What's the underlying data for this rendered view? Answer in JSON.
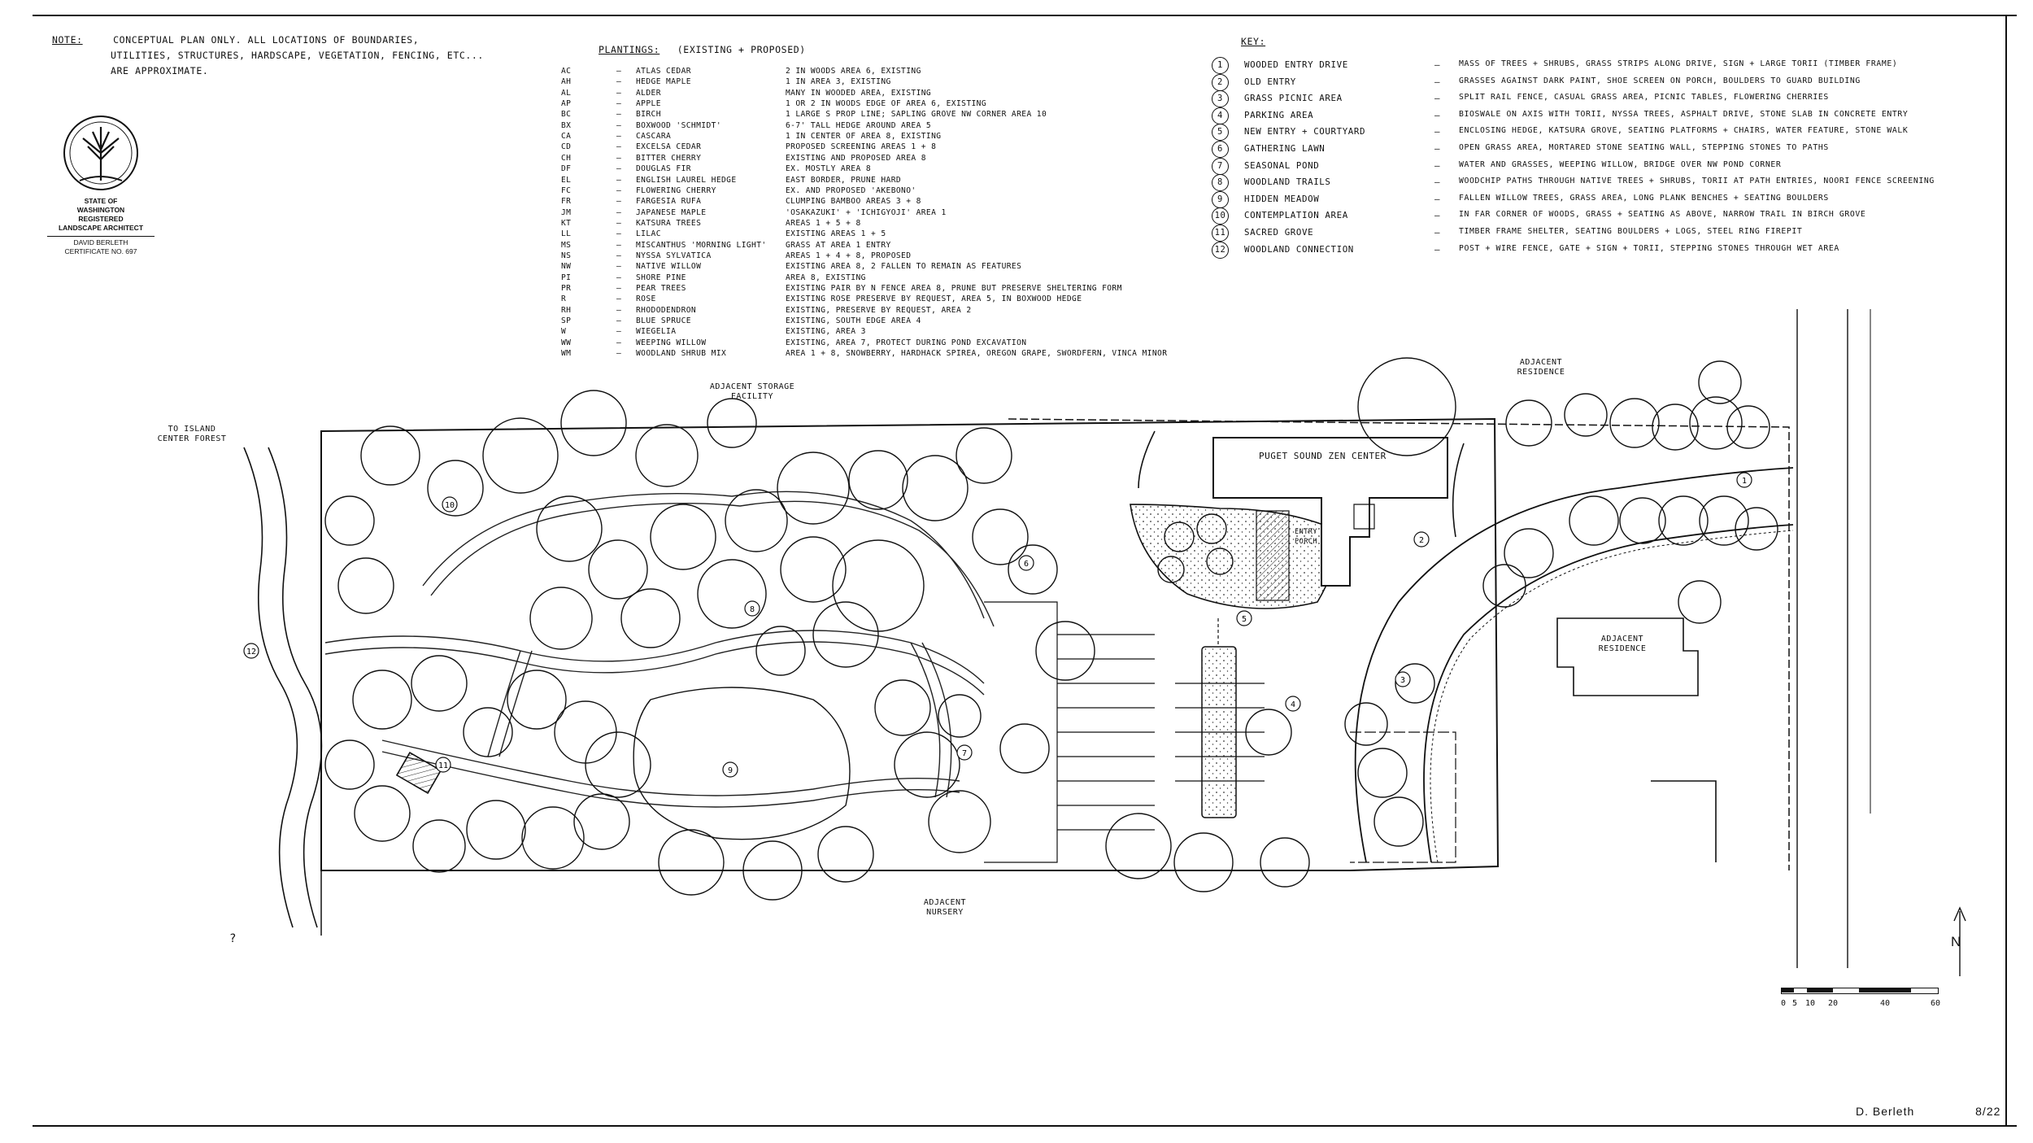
{
  "notes": {
    "label": "Note:",
    "lines": [
      "Conceptual Plan Only. All Locations of Boundaries,",
      "Utilities, Structures, Hardscape, Vegetation, Fencing, Etc...",
      "Are Approximate."
    ]
  },
  "seal": {
    "line1": "STATE OF",
    "line2": "WASHINGTON",
    "line3": "REGISTERED",
    "line4": "LANDSCAPE ARCHITECT",
    "name": "DAVID BERLETH",
    "cert": "CERTIFICATE NO. 697"
  },
  "plantings": {
    "title": "Plantings:",
    "subtitle": "(Existing + Proposed)",
    "dash": "–",
    "items": [
      {
        "code": "AC",
        "name": "Atlas Cedar",
        "note": "2 in Woods Area 6, Existing"
      },
      {
        "code": "AH",
        "name": "Hedge Maple",
        "note": "1 in Area 3, Existing"
      },
      {
        "code": "AL",
        "name": "Alder",
        "note": "Many in Wooded Area, Existing"
      },
      {
        "code": "AP",
        "name": "Apple",
        "note": "1 or 2 in Woods Edge of Area 6, Existing"
      },
      {
        "code": "BC",
        "name": "Birch",
        "note": "1 Large S Prop Line; Sapling Grove NW Corner Area 10"
      },
      {
        "code": "BX",
        "name": "Boxwood 'Schmidt'",
        "note": "6-7' Tall Hedge Around Area 5"
      },
      {
        "code": "CA",
        "name": "Cascara",
        "note": "1 in Center of Area 8, Existing"
      },
      {
        "code": "CD",
        "name": "Excelsa Cedar",
        "note": "Proposed Screening Areas 1 + 8"
      },
      {
        "code": "CH",
        "name": "Bitter Cherry",
        "note": "Existing and Proposed Area 8"
      },
      {
        "code": "DF",
        "name": "Douglas Fir",
        "note": "Ex. Mostly Area 8"
      },
      {
        "code": "EL",
        "name": "English Laurel Hedge",
        "note": "East Border, Prune Hard"
      },
      {
        "code": "FC",
        "name": "Flowering Cherry",
        "note": "Ex. And Proposed 'Akebono'"
      },
      {
        "code": "FR",
        "name": "Fargesia Rufa",
        "note": "Clumping Bamboo Areas 3 + 8"
      },
      {
        "code": "JM",
        "name": "Japanese Maple",
        "note": "'Osakazuki' + 'Ichigyoji' Area 1"
      },
      {
        "code": "KT",
        "name": "Katsura Trees",
        "note": "Areas 1 + 5 + 8"
      },
      {
        "code": "LL",
        "name": "Lilac",
        "note": "Existing Areas 1 + 5"
      },
      {
        "code": "MS",
        "name": "Miscanthus 'Morning Light'",
        "note": "Grass At Area 1 Entry"
      },
      {
        "code": "NS",
        "name": "Nyssa Sylvatica",
        "note": "Areas 1 + 4 + 8, Proposed"
      },
      {
        "code": "NW",
        "name": "Native Willow",
        "note": "Existing Area 8, 2 Fallen to Remain as Features"
      },
      {
        "code": "PI",
        "name": "Shore Pine",
        "note": "Area 8, Existing"
      },
      {
        "code": "PR",
        "name": "Pear Trees",
        "note": "Existing Pair by N Fence Area 8, Prune But Preserve Sheltering Form"
      },
      {
        "code": "R",
        "name": "Rose",
        "note": "Existing Rose Preserve by Request, Area 5, in Boxwood Hedge"
      },
      {
        "code": "RH",
        "name": "Rhododendron",
        "note": "Existing, Preserve by Request, Area 2"
      },
      {
        "code": "SP",
        "name": "Blue Spruce",
        "note": "Existing, South Edge Area 4"
      },
      {
        "code": "W",
        "name": "Wiegelia",
        "note": "Existing, Area 3"
      },
      {
        "code": "WW",
        "name": "Weeping Willow",
        "note": "Existing, Area 7, Protect During Pond Excavation"
      },
      {
        "code": "WM",
        "name": "Woodland Shrub Mix",
        "note": "Area 1 + 8, Snowberry, Hardhack Spirea, Oregon Grape, Swordfern, Vinca Minor"
      }
    ]
  },
  "key": {
    "title": "Key:",
    "dash": "–",
    "items": [
      {
        "num": "1",
        "name": "Wooded Entry Drive",
        "desc": "Mass of Trees + Shrubs, Grass Strips Along Drive, Sign + Large Torii (Timber Frame)"
      },
      {
        "num": "2",
        "name": "Old Entry",
        "desc": "Grasses Against Dark Paint, Shoe Screen on Porch, Boulders to Guard Building"
      },
      {
        "num": "3",
        "name": "Grass Picnic Area",
        "desc": "Split Rail Fence, Casual Grass Area, Picnic Tables, Flowering Cherries"
      },
      {
        "num": "4",
        "name": "Parking Area",
        "desc": "Bioswale on Axis with Torii, Nyssa Trees, Asphalt Drive, Stone Slab in Concrete Entry"
      },
      {
        "num": "5",
        "name": "New Entry + Courtyard",
        "desc": "Enclosing Hedge, Katsura Grove, Seating Platforms + Chairs, Water Feature, Stone Walk"
      },
      {
        "num": "6",
        "name": "Gathering Lawn",
        "desc": "Open Grass Area, Mortared Stone Seating Wall, Stepping Stones to Paths"
      },
      {
        "num": "7",
        "name": "Seasonal Pond",
        "desc": "Water and Grasses, Weeping Willow, Bridge over NW Pond Corner"
      },
      {
        "num": "8",
        "name": "Woodland Trails",
        "desc": "Woodchip Paths Through Native Trees + Shrubs, Torii at Path Entries, Noori Fence Screening"
      },
      {
        "num": "9",
        "name": "Hidden Meadow",
        "desc": "Fallen Willow Trees, Grass Area, Long Plank Benches + Seating Boulders"
      },
      {
        "num": "10",
        "name": "Contemplation Area",
        "desc": "In Far Corner of Woods, Grass + Seating as Above, Narrow Trail in Birch Grove"
      },
      {
        "num": "11",
        "name": "Sacred Grove",
        "desc": "Timber Frame Shelter, Seating Boulders + Logs, Steel Ring Firepit"
      },
      {
        "num": "12",
        "name": "Woodland Connection",
        "desc": "Post + Wire Fence, Gate + Sign + Torii, Stepping Stones Through Wet Area"
      }
    ]
  },
  "site": {
    "zen_center": "Puget Sound Zen Center",
    "entry_porch": "Entry Porch",
    "storage": "Adjacent Storage Facility",
    "nursery": "Adjacent Nursery",
    "residence_ne": "Adjacent Residence",
    "residence_e": "Adjacent Residence",
    "forest": "To Island Center Forest",
    "question": "?"
  },
  "scale": {
    "ticks": [
      "0",
      "5",
      "10",
      "20",
      "40",
      "60"
    ]
  },
  "north": "N",
  "signature": {
    "name": "D. Berleth",
    "date": "8/22"
  }
}
